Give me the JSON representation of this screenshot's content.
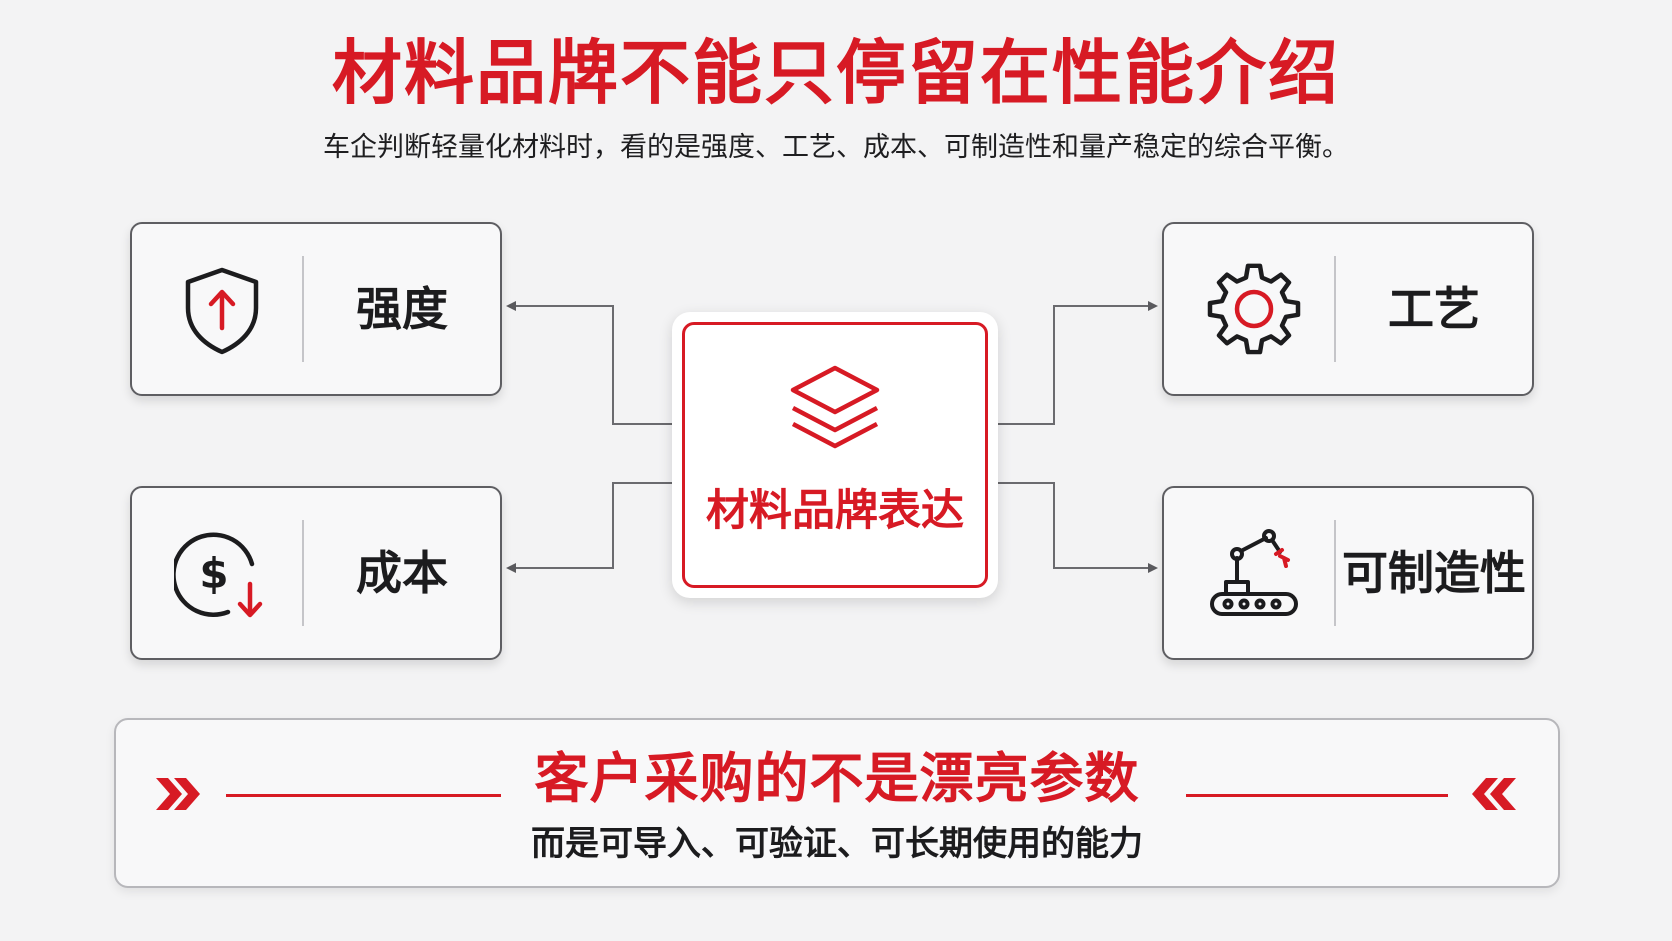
{
  "header": {
    "title": "材料品牌不能只停留在性能介绍",
    "subtitle": "车企判断轻量化材料时，看的是强度、工艺、成本、可制造性和量产稳定的综合平衡。"
  },
  "center_node": {
    "label": "材料品牌表达",
    "icon": "layers-icon"
  },
  "factors": [
    {
      "label": "强度",
      "icon": "shield-up-arrow-icon"
    },
    {
      "label": "成本",
      "icon": "dollar-down-arrow-icon"
    },
    {
      "label": "工艺",
      "icon": "gear-icon"
    },
    {
      "label": "可制造性",
      "icon": "robot-arm-conveyor-icon"
    }
  ],
  "bottom": {
    "headline": "客户采购的不是漂亮参数",
    "subline": "而是可导入、可验证、可长期使用的能力",
    "left_icon": "double-chevron-right-icon",
    "right_icon": "double-chevron-left-icon"
  },
  "colors": {
    "accent": "#d71a24",
    "text": "#1c1c1e",
    "background": "#f3f3f4",
    "card_border": "#5e5e62"
  }
}
